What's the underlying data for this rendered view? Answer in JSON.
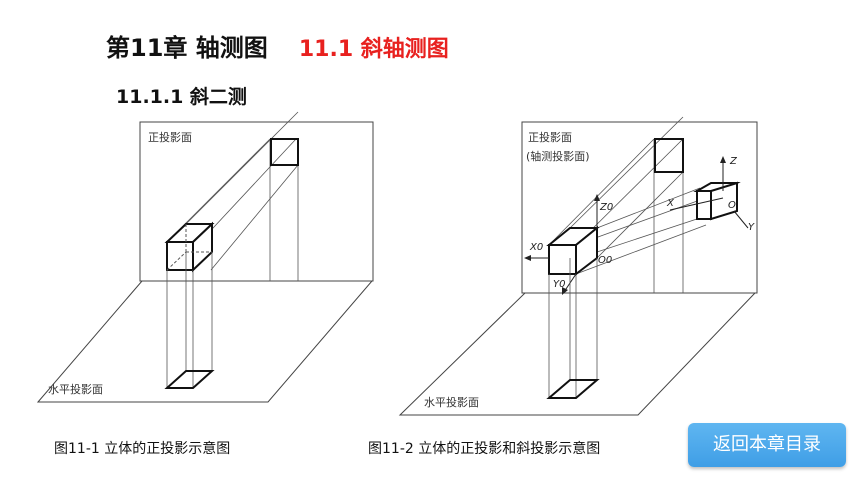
{
  "header": {
    "chapter_title": "第11章  轴测图",
    "section_title": "11.1  斜轴测图",
    "subsection_title": "11.1.1  斜二测"
  },
  "figure1": {
    "front_plane_label": "正投影面",
    "horizontal_plane_label": "水平投影面",
    "caption": "图11-1 立体的正投影示意图"
  },
  "figure2": {
    "front_plane_label_line1": "正投影面",
    "front_plane_label_line2": "(轴测投影面)",
    "horizontal_plane_label": "水平投影面",
    "axis_labels": {
      "z0": "Z0",
      "x0": "X0",
      "o0": "O0",
      "y0": "Y0",
      "z": "Z",
      "x": "X",
      "o": "O",
      "y": "Y"
    },
    "caption": "图11-2 立体的正投影和斜投影示意图"
  },
  "nav": {
    "back_button_label": "返回本章目录"
  },
  "colors": {
    "section_red": "#e8211f",
    "button_blue": "#4aa8ec"
  }
}
